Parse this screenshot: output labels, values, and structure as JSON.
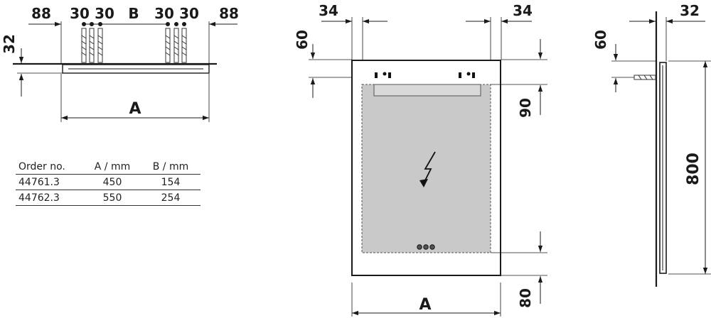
{
  "top_view": {
    "dims": {
      "left_edge": "88",
      "hole_l1": "30",
      "hole_l2": "30",
      "between": "B",
      "hole_r1": "30",
      "hole_r2": "30",
      "right_edge": "88",
      "depth": "32",
      "width": "A"
    }
  },
  "front_view": {
    "dims": {
      "side_left": "34",
      "side_right": "34",
      "top_offset": "60",
      "upper_band": "90",
      "lower_band": "80",
      "width": "A"
    }
  },
  "side_view": {
    "dims": {
      "depth": "32",
      "top_offset": "60",
      "height": "800"
    }
  },
  "table": {
    "headers": [
      "Order no.",
      "A / mm",
      "B / mm"
    ],
    "rows": [
      [
        "44761.3",
        "450",
        "154"
      ],
      [
        "44762.3",
        "550",
        "254"
      ]
    ]
  }
}
